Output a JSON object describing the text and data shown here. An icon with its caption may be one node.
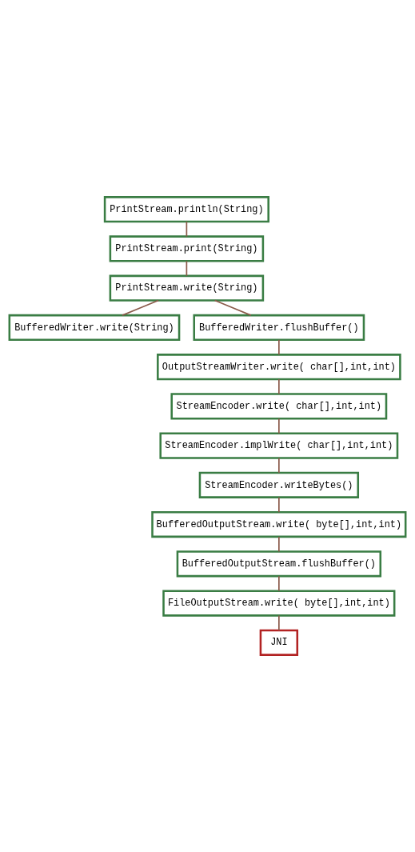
{
  "diagram": {
    "nodes": [
      {
        "text": [
          "PrintStream.println(String)"
        ]
      },
      {
        "text": [
          "PrintStream.print(String)"
        ]
      },
      {
        "text": [
          "PrintStream.write(String)"
        ]
      },
      {
        "text": [
          "BufferedWriter.write(String)"
        ]
      },
      {
        "text": [
          "BufferedWriter.flushBuffer()"
        ]
      },
      {
        "text": [
          "OutputStreamWriter.write( char[],int,int)"
        ]
      },
      {
        "text": [
          "StreamEncoder.write( char[],int,int)"
        ]
      },
      {
        "text": [
          "StreamEncoder.implWrite( char[],int,int)"
        ]
      },
      {
        "text": [
          "StreamEncoder.writeBytes()"
        ]
      },
      {
        "text": [
          "BufferedOutputStream.write( byte[],int,int)"
        ]
      },
      {
        "text": [
          "BufferedOutputStream.flushBuffer()"
        ]
      },
      {
        "text": [
          "FileOutputStream.write( byte[],int,int)"
        ]
      },
      {
        "text": [
          "JNI"
        ]
      }
    ],
    "edges": [
      {
        "from": 0,
        "to": 1,
        "arrow": "none"
      },
      {
        "from": 1,
        "to": 2,
        "arrow": "none"
      },
      {
        "from": 2,
        "to": 3,
        "arrow": "none"
      },
      {
        "from": 2,
        "to": 4,
        "arrow": "none"
      },
      {
        "from": 4,
        "to": 5,
        "arrow": "none"
      },
      {
        "from": 5,
        "to": 6,
        "arrow": "none"
      },
      {
        "from": 6,
        "to": 7,
        "arrow": "none"
      },
      {
        "from": 7,
        "to": 8,
        "arrow": "none"
      },
      {
        "from": 8,
        "to": 9,
        "arrow": "none"
      },
      {
        "from": 9,
        "to": 10,
        "arrow": "none"
      },
      {
        "from": 10,
        "to": 11,
        "arrow": "none"
      },
      {
        "from": 11,
        "to": 12,
        "arrow": "none"
      }
    ]
  }
}
